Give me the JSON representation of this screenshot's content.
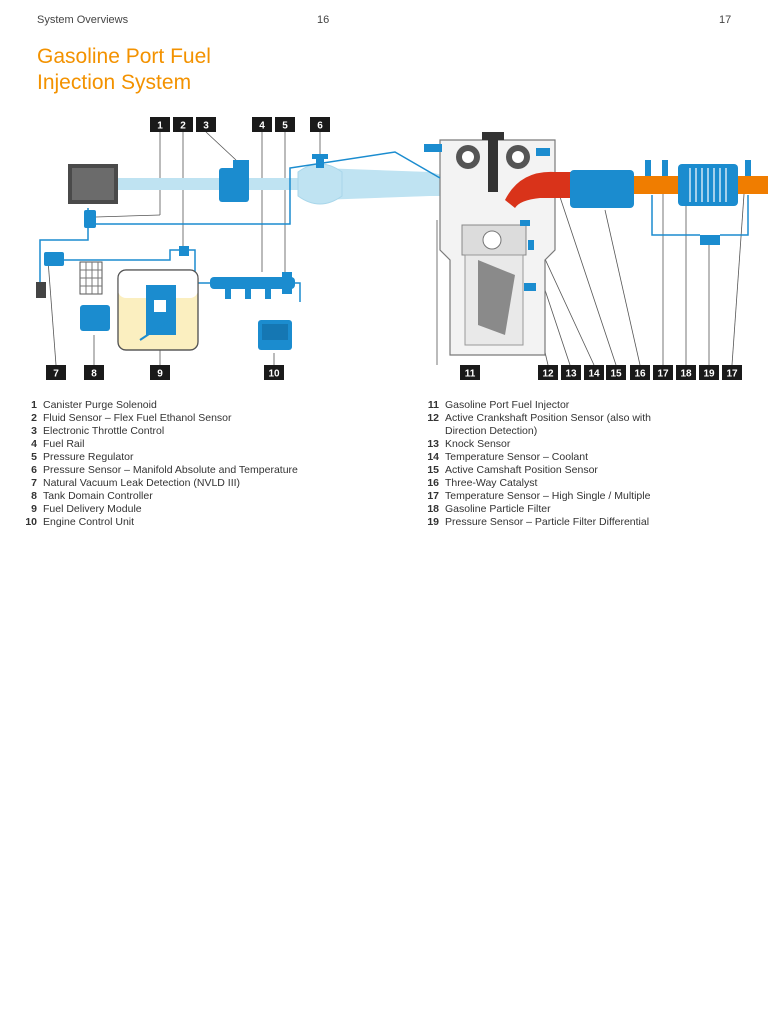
{
  "header": {
    "section": "System Overviews",
    "page_left": "16",
    "page_right": "17"
  },
  "title": {
    "line1": "Gasoline Port Fuel",
    "line2": "Injection System"
  },
  "colors": {
    "accent": "#f39200",
    "air": "#bfe3f2",
    "blue": "#1b8ccf",
    "exhaust": "#f07d00",
    "hot": "#d9331a",
    "fuel": "#fbefc0"
  },
  "callouts": {
    "top": [
      "1",
      "2",
      "3",
      "4",
      "5",
      "6"
    ],
    "bottom_left": [
      "7",
      "8",
      "9",
      "10"
    ],
    "bottom_right": [
      "11",
      "12",
      "13",
      "14",
      "15",
      "16",
      "17",
      "18",
      "19",
      "17"
    ]
  },
  "legend_left": [
    {
      "num": "1",
      "text": "Canister Purge Solenoid"
    },
    {
      "num": "2",
      "text": "Fluid Sensor – Flex Fuel Ethanol Sensor"
    },
    {
      "num": "3",
      "text": "Electronic Throttle Control"
    },
    {
      "num": "4",
      "text": "Fuel Rail"
    },
    {
      "num": "5",
      "text": "Pressure Regulator"
    },
    {
      "num": "6",
      "text": "Pressure Sensor – Manifold Absolute and Temperature"
    },
    {
      "num": "7",
      "text": "Natural Vacuum Leak Detection (NVLD III)"
    },
    {
      "num": "8",
      "text": "Tank Domain Controller"
    },
    {
      "num": "9",
      "text": "Fuel Delivery Module"
    },
    {
      "num": "10",
      "text": "Engine Control Unit"
    }
  ],
  "legend_right": [
    {
      "num": "11",
      "text": "Gasoline Port Fuel Injector"
    },
    {
      "num": "12",
      "text": "Active Crankshaft Position Sensor (also with"
    },
    {
      "num": "",
      "text": "Direction Detection)"
    },
    {
      "num": "13",
      "text": "Knock Sensor"
    },
    {
      "num": "14",
      "text": "Temperature Sensor – Coolant"
    },
    {
      "num": "15",
      "text": "Active Camshaft Position Sensor"
    },
    {
      "num": "16",
      "text": "Three-Way Catalyst"
    },
    {
      "num": "17",
      "text": "Temperature Sensor – High Single / Multiple"
    },
    {
      "num": "18",
      "text": "Gasoline Particle Filter"
    },
    {
      "num": "19",
      "text": "Pressure Sensor – Particle Filter Differential"
    }
  ]
}
